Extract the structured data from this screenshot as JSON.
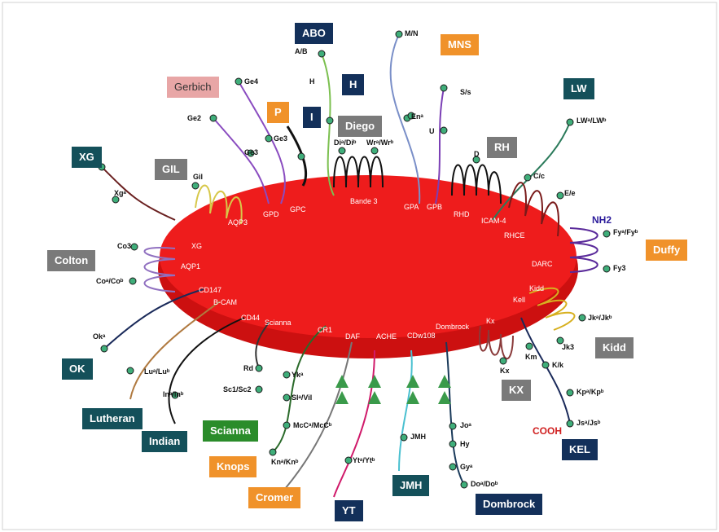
{
  "groups": {
    "abo": "ABO",
    "mns": "MNS",
    "gerbich": "Gerbich",
    "h_top": "H",
    "h_left": "I",
    "p": "P",
    "diego": "Diego",
    "rh": "RH",
    "lw": "LW",
    "xg": "XG",
    "gil": "GIL",
    "colton": "Colton",
    "duffy": "Duffy",
    "kidd": "Kidd",
    "kx": "KX",
    "kel": "KEL",
    "ok": "OK",
    "lutheran": "Lutheran",
    "indian": "Indian",
    "scianna": "Scianna",
    "knops": "Knops",
    "cromer": "Cromer",
    "yt": "YT",
    "jmh": "JMH",
    "dombrock": "Dombrock"
  },
  "antigens": {
    "mn": "M/N",
    "ab": "A/B",
    "h": "H",
    "ge4": "Ge4",
    "ge2": "Ge2",
    "ge3": "Ge3",
    "ss": "S/s",
    "u": "U",
    "en": "Enᵃ",
    "di": "Diᵃ/Diᵇ",
    "wr": "Wrᵃ/Wrᵇ",
    "d": "D",
    "lw": "LWᵃ/LWᵇ",
    "cc": "C/c",
    "ee": "E/e",
    "xg": "Xgᵃ",
    "gil": "Gil",
    "co3": "Co3",
    "co": "Coᵃ/Coᵇ",
    "fy": "Fyᵃ/Fyᵇ",
    "fy3": "Fy3",
    "ok": "Okᵃ",
    "lu": "Luᵃ/Luᵇ",
    "in": "Inᵃ/Inᵇ",
    "rd": "Rd",
    "sc": "Sc1/Sc2",
    "yk": "Ykᵃ",
    "sl": "Slᵃ/Vil",
    "mcc": "McCᵃ/McCᵇ",
    "kn": "Knᵃ/Knᵇ",
    "yt": "Ytᵃ/Ytᵇ",
    "jmh": "JMH",
    "jo": "Joᵃ",
    "hy": "Hy",
    "gya": "Gyᵃ",
    "do": "Doᵃ/Doᵇ",
    "jk": "Jkᵃ/Jkᵇ",
    "jk3": "Jk3",
    "km": "Km",
    "kk": "K/k",
    "kx": "Kx",
    "kp": "Kpᵃ/Kpᵇ",
    "js": "Jsᵃ/Jsᵇ"
  },
  "proteins": {
    "gpd": "GPD",
    "gpc": "GPC",
    "band3": "Bande 3",
    "gpa": "GPA",
    "gpb": "GPB",
    "rhd": "RHD",
    "icam4": "ICAM-4",
    "rhce": "RHCE",
    "aqp3": "AQP3",
    "xg": "XG",
    "aqp1": "AQP1",
    "darc": "DARC",
    "kidd": "Kidd",
    "kell": "Kell",
    "cd147": "CD147",
    "bcam": "B-CAM",
    "cd44": "CD44",
    "scianna": "Scianna",
    "cr1": "CR1",
    "daf": "DAF",
    "ache": "ACHE",
    "cdw108": "CDw108",
    "dombrock": "Dombrock",
    "kx": "Kx"
  },
  "termini": {
    "nh2": "NH2",
    "cooh": "COOH"
  },
  "colors": {
    "membrane": "#ee1c1c",
    "membrane_dark": "#cc1010",
    "marker": "#3fae7a"
  }
}
